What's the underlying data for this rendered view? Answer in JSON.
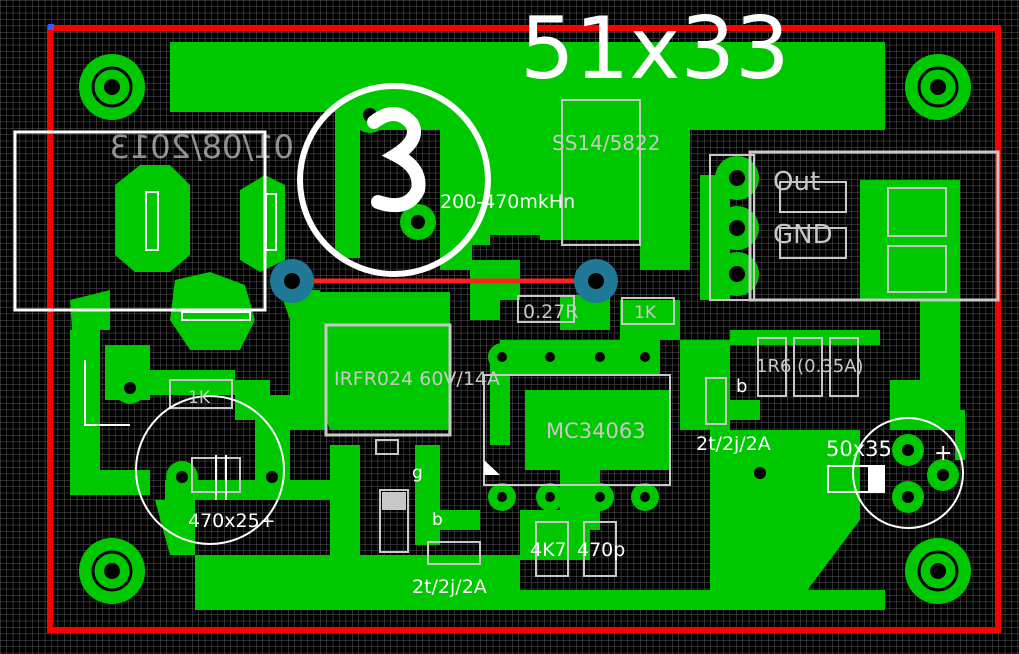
{
  "board": {
    "size_label": "51x33",
    "date_label": "01/08/2013",
    "colors": {
      "background": "#000000",
      "grid": "#5a5a5a",
      "copper": "#00c800",
      "outline": "#ff0000",
      "silkscreen": "#ffffff",
      "via": "#1e7896",
      "pad_hole": "#000000",
      "overlay": "#c8c8c8"
    }
  },
  "components": {
    "inductor": "200-470mkHn",
    "diode": "SS14/5822",
    "output_out": "Out",
    "output_gnd": "GND",
    "shunt": "0.27R",
    "r_1k_top": "1K",
    "mosfet": "IRFR024 60V/14A",
    "r_1k_left": "1K",
    "controller": "MC34063",
    "r_sense": "1R6 (0.35A)",
    "pin_b_right": "b",
    "coil_right": "2t/2j/2A",
    "cap_out": "50x35",
    "cap_plus": "+",
    "pin_g": "g",
    "pin_b_left": "b",
    "cap_in": "470x25+",
    "r_4k7": "4K7",
    "c_470p": "470p",
    "coil_bottom": "2t/2j/2A"
  }
}
